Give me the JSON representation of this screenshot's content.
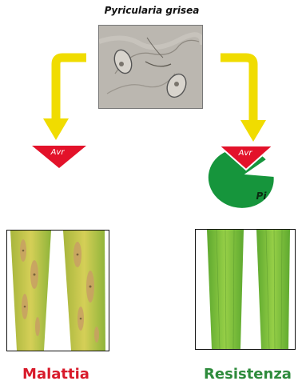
{
  "pathogen": {
    "name": "Pyricularia grisea"
  },
  "effector": {
    "left_label": "Avr",
    "right_label": "Avr"
  },
  "receptor": {
    "label": "Pi"
  },
  "outcomes": {
    "left": "Malattia",
    "right": "Resistenza"
  },
  "colors": {
    "arrow": "#f0dc00",
    "avr": "#e3122a",
    "pi": "#16953c",
    "disease_text": "#d81a2a",
    "resistance_text": "#2e8b3c",
    "leaf_healthy": "#7cc13a",
    "leaf_diseased": "#c9c648",
    "lesion": "#c9a064"
  }
}
